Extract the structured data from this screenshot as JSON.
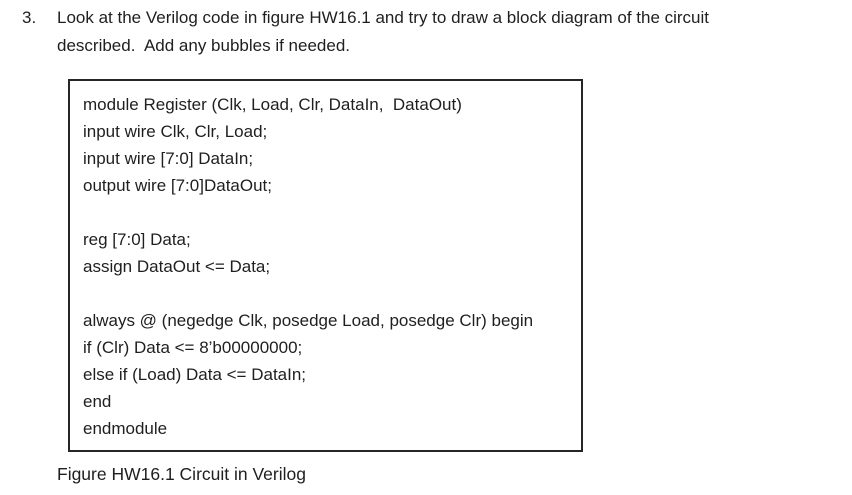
{
  "problem": {
    "number": "3.",
    "lines": [
      "Look at the Verilog code in figure HW16.1 and try to draw a block diagram of the circuit",
      "described.  Add any bubbles if needed."
    ]
  },
  "code_box": {
    "lines": [
      "module Register (Clk, Load, Clr, DataIn,  DataOut)",
      "input wire Clk, Clr, Load;",
      "input wire [7:0] DataIn;",
      "output wire [7:0]DataOut;",
      "",
      "reg [7:0] Data;",
      "assign DataOut <= Data;",
      "",
      "always @ (negedge Clk, posedge Load, posedge Clr) begin",
      "if (Clr) Data <= 8’b00000000;",
      "else if (Load) Data <= DataIn;",
      "end",
      "endmodule"
    ]
  },
  "figure": {
    "caption": "Figure HW16.1 Circuit in Verilog"
  },
  "colors": {
    "text": "#1f1f1f",
    "border": "#262626",
    "background": "#ffffff"
  }
}
